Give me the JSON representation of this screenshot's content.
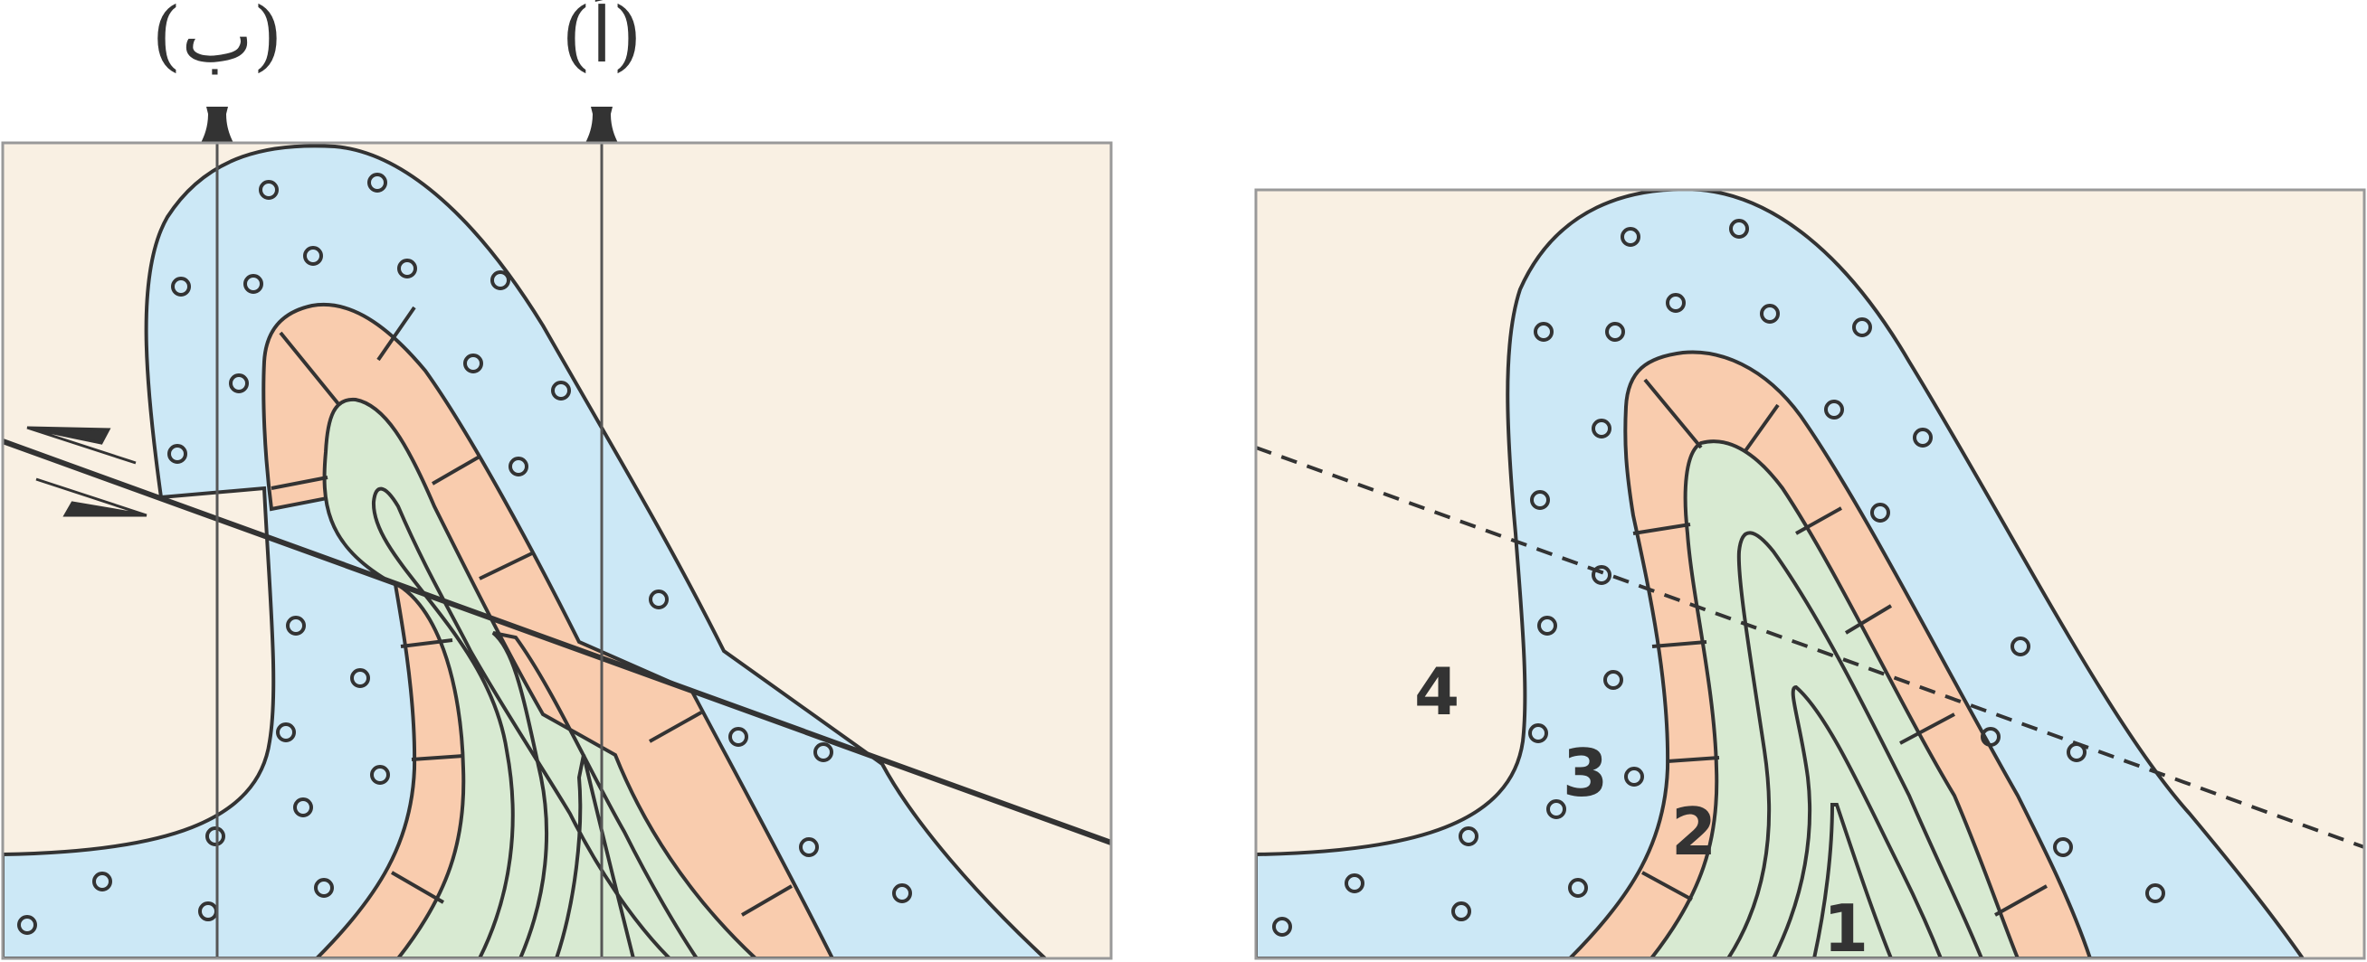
{
  "wells": {
    "a": "(أ)",
    "b": "(ب)"
  },
  "units": {
    "u1": "1",
    "u2": "2",
    "u3": "3",
    "u4": "4"
  },
  "colors": {
    "background": "#f9f0e3",
    "conglomerate_unit": "#cce8f6",
    "limestone_unit": "#f9ccae",
    "shale_unit": "#d8ead2",
    "line": "#333333"
  }
}
